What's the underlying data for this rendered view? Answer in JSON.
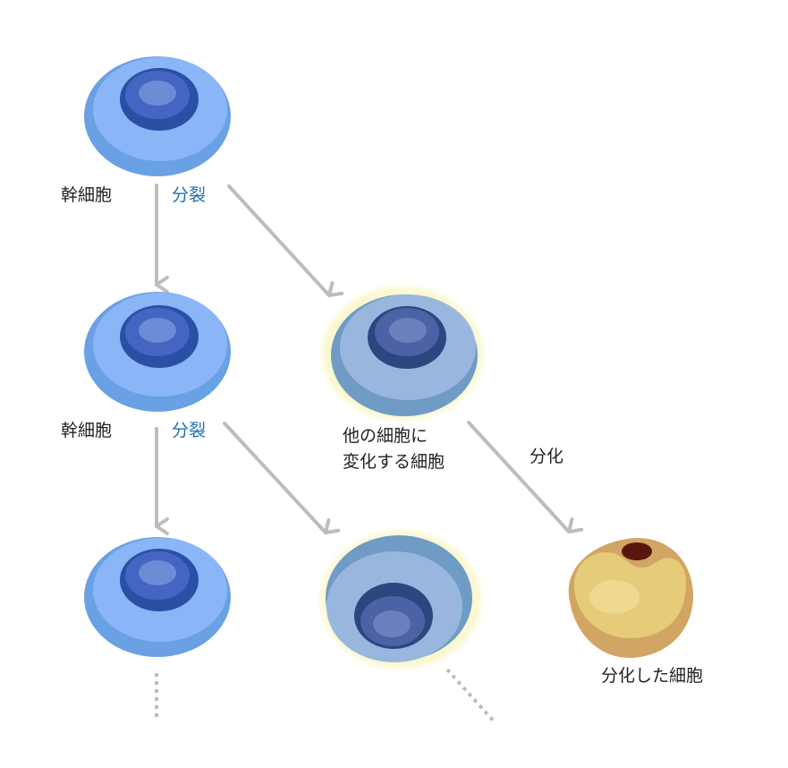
{
  "labels": {
    "stem_cell_1": "幹細胞",
    "division_1": "分裂",
    "stem_cell_2": "幹細胞",
    "division_2": "分裂",
    "progenitor_line1": "他の細胞に",
    "progenitor_line2": "変化する細胞",
    "differentiation": "分化",
    "differentiated_cell": "分化した細胞"
  },
  "colors": {
    "stem_outer": "#6aa0e4",
    "stem_inner": "#8ab6f8",
    "stem_nucleus_outer": "#2c4fa6",
    "stem_nucleus_inner": "#4565c2",
    "stem_nucleolus": "#6c8cd6",
    "progenitor_glow": "#fbf8d0",
    "progenitor_outer": "#6f9bc4",
    "progenitor_inner": "#99b7de",
    "progenitor_nucleus_outer": "#2d4680",
    "progenitor_nucleus_inner": "#4b63a4",
    "progenitor_nucleolus": "#6b80bd",
    "diff_outer": "#d2a565",
    "diff_inner": "#e6cb7a",
    "diff_highlight": "#efd98e",
    "diff_nucleus": "#5b160b",
    "arrow": "#bdbdbd",
    "division_text": "#1f6fb2",
    "label_text": "#222222"
  }
}
